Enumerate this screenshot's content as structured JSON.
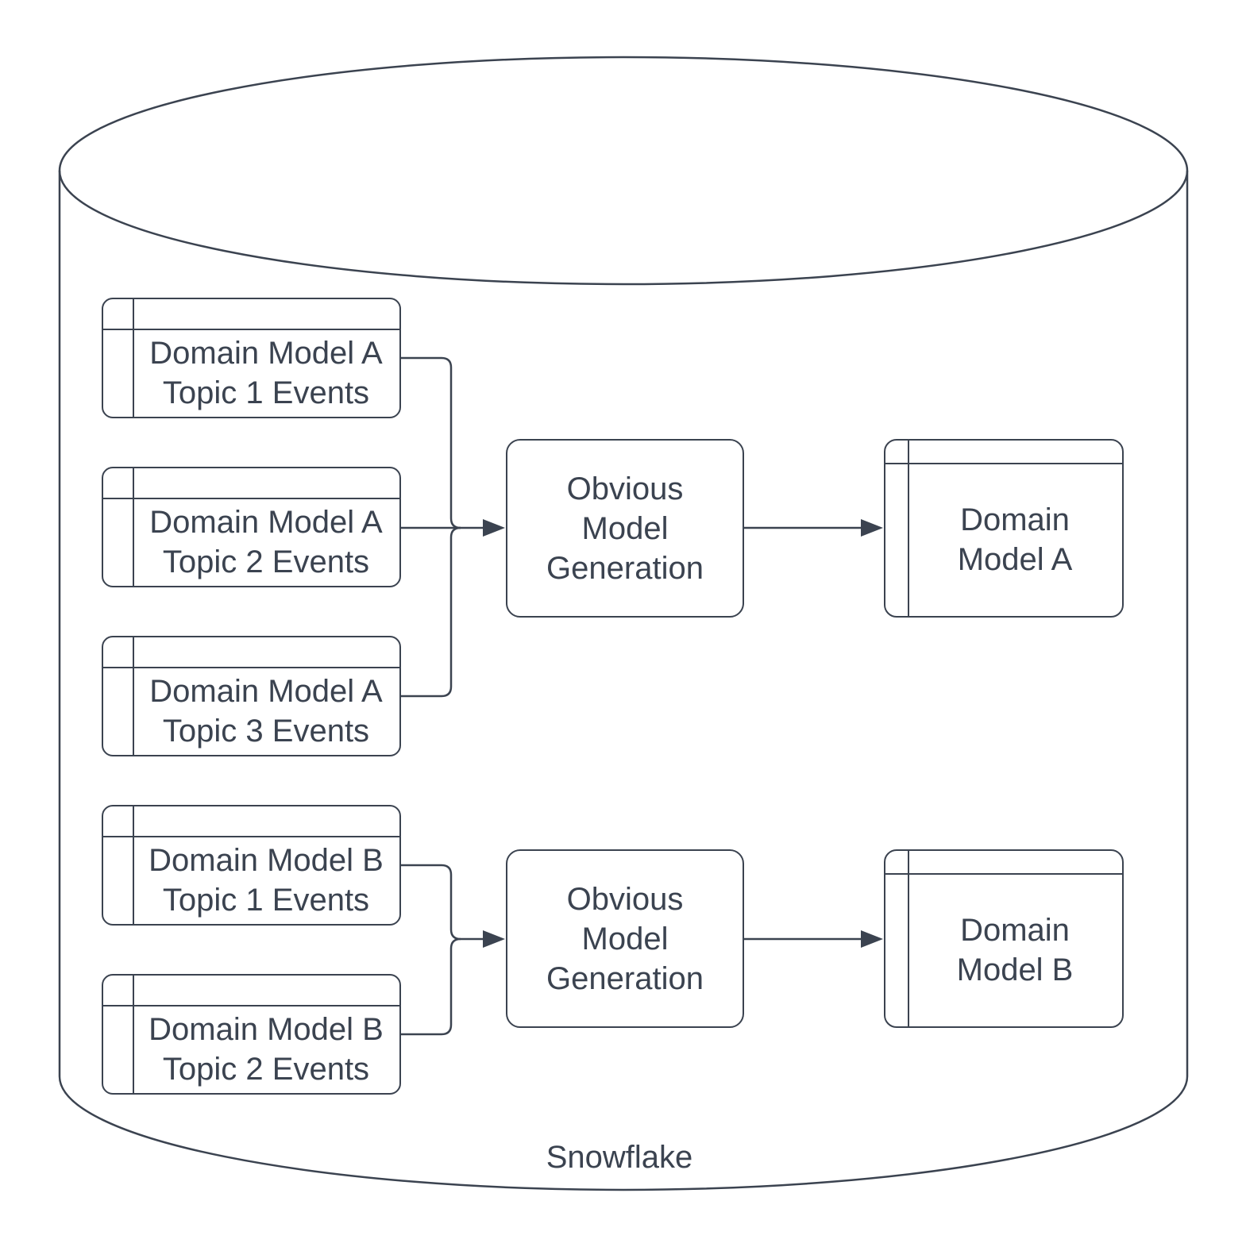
{
  "colors": {
    "line": "#3b4350",
    "text": "#3b4350",
    "background": "#ffffff"
  },
  "container": {
    "shape": "cylinder",
    "label": "Snowflake"
  },
  "pipelines": [
    {
      "sources": [
        {
          "label": "Domain Model A\nTopic 1 Events"
        },
        {
          "label": "Domain Model A\nTopic 2 Events"
        },
        {
          "label": "Domain Model A\nTopic 3 Events"
        }
      ],
      "process": {
        "label": "Obvious\nModel\nGeneration"
      },
      "output": {
        "label": "Domain\nModel A"
      }
    },
    {
      "sources": [
        {
          "label": "Domain Model B\nTopic 1 Events"
        },
        {
          "label": "Domain Model B\nTopic 2 Events"
        }
      ],
      "process": {
        "label": "Obvious\nModel\nGeneration"
      },
      "output": {
        "label": "Domain\nModel B"
      }
    }
  ]
}
